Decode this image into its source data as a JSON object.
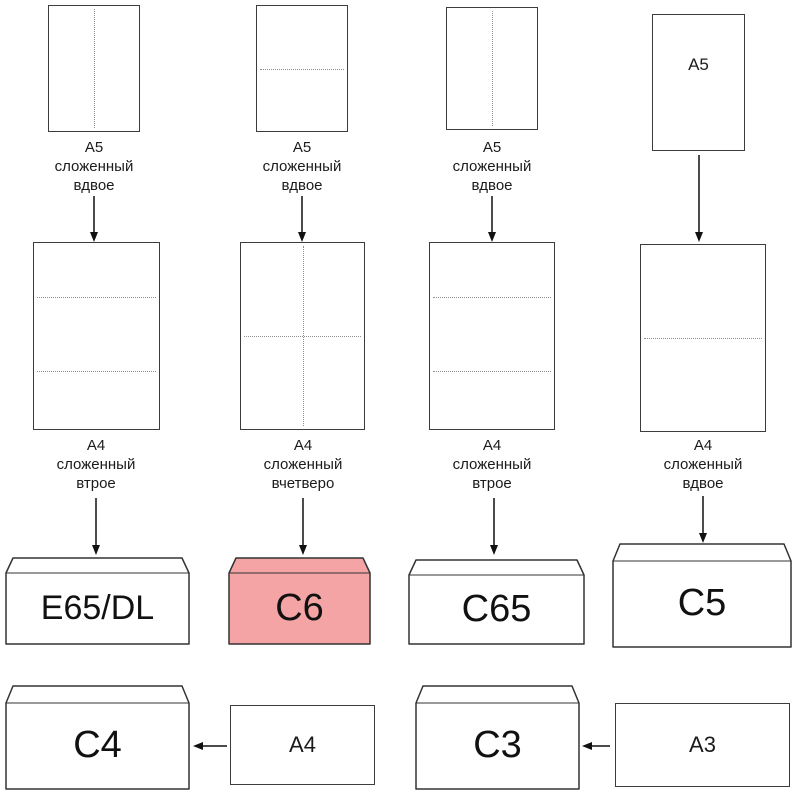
{
  "colors": {
    "envelope_highlight": "#f4a4a4",
    "paper_fill": "#ffffff",
    "outline_color": "#333333"
  },
  "columns": [
    {
      "a5_fold": "half-vertical-crease",
      "a5_caption": "А5\nсложенный\nвдвое",
      "a4_fold": "thirds-two-horizontal-creases",
      "a4_caption": "А4\nсложенный\nвтрое",
      "envelope_label": "E65/DL",
      "envelope_highlighted": false
    },
    {
      "a5_fold": "half-horizontal-crease",
      "a5_caption": "А5\nсложенный\nвдвое",
      "a4_fold": "quarters-cross-creases",
      "a4_caption": "А4\nсложенный\nвчетверо",
      "envelope_label": "C6",
      "envelope_highlighted": true
    },
    {
      "a5_fold": "half-vertical-crease",
      "a5_caption": "А5\nсложенный\nвдвое",
      "a4_fold": "thirds-two-horizontal-creases",
      "a4_caption": "А4\nсложенный\nвтрое",
      "envelope_label": "C65",
      "envelope_highlighted": false
    },
    {
      "a5_label": "А5",
      "a5_fold": "none",
      "a4_fold": "half-horizontal-crease",
      "a4_caption": "А4\nсложенный\nвдвое",
      "envelope_label": "C5",
      "envelope_highlighted": false
    }
  ],
  "bottom_pairs": [
    {
      "envelope_label": "C4",
      "paper_label": "А4"
    },
    {
      "envelope_label": "C3",
      "paper_label": "А3"
    }
  ]
}
